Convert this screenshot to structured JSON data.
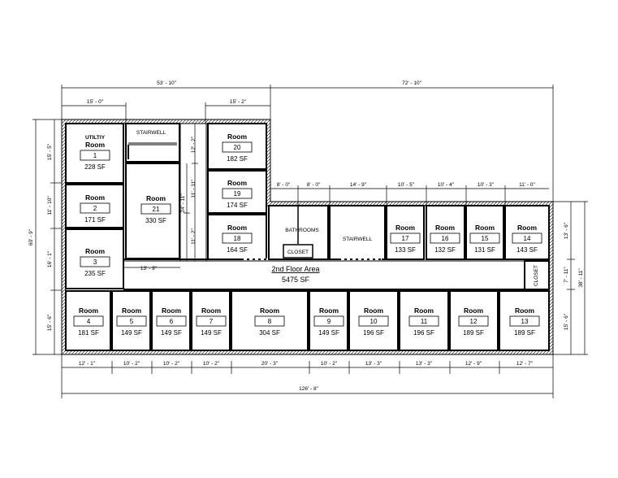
{
  "dimensions": {
    "top_left_total": "53' - 10\"",
    "top_right_total": "72' - 10\"",
    "top_left_sub": "15' - 0\"",
    "top_mid_sub": "15' - 2\"",
    "corridor_widths": [
      "8' - 0\"",
      "8' - 0\"",
      "14' - 9\"",
      "10' - 5\"",
      "10' - 4\"",
      "10' - 3\"",
      "11' - 0\""
    ],
    "bottom_widths": [
      "12' - 1\"",
      "10' - 2\"",
      "10' - 2\"",
      "10' - 2\"",
      "20' - 3\"",
      "10' - 2\"",
      "13' - 3\"",
      "13' - 3\"",
      "12' - 9\"",
      "12' - 7\""
    ],
    "bottom_total": "126' - 8\"",
    "left_total": "60' - 9\"",
    "left_heights": [
      "15' - 5\"",
      "11' - 10\"",
      "16' - 1\"",
      "15' - 6\""
    ],
    "stair_height_a": "12' - 2\"",
    "stair_height_b": "24' - 11\"",
    "col_height_a": "11' - 11\"",
    "col_height_b": "11' - 2\"",
    "hall_width": "13' - 9\"",
    "right_total": "38' - 11\"",
    "right_heights": [
      "13' - 6\"",
      "7' - 11\"",
      "15' - 6\""
    ]
  },
  "labels": {
    "utility": "UTILTIY",
    "stairwell_left": "STAIRWELL",
    "stairwell_right": "STAIRWELL",
    "bathrooms": "BATHROOMS",
    "closet_bath": "CLOSET",
    "closet_right": "CLOSET",
    "floor_area_title": "2nd Floor Area",
    "floor_area_value": "5475 SF"
  },
  "rooms": [
    {
      "title": "Room",
      "number": "1",
      "area": "228 SF"
    },
    {
      "title": "Room",
      "number": "2",
      "area": "171 SF"
    },
    {
      "title": "Room",
      "number": "3",
      "area": "235 SF"
    },
    {
      "title": "Room",
      "number": "21",
      "area": "330 SF"
    },
    {
      "title": "Room",
      "number": "20",
      "area": "182 SF"
    },
    {
      "title": "Room",
      "number": "19",
      "area": "174 SF"
    },
    {
      "title": "Room",
      "number": "18",
      "area": "164 SF"
    },
    {
      "title": "Room",
      "number": "17",
      "area": "133 SF"
    },
    {
      "title": "Room",
      "number": "16",
      "area": "132 SF"
    },
    {
      "title": "Room",
      "number": "15",
      "area": "131 SF"
    },
    {
      "title": "Room",
      "number": "14",
      "area": "143 SF"
    },
    {
      "title": "Room",
      "number": "4",
      "area": "181 SF"
    },
    {
      "title": "Room",
      "number": "5",
      "area": "149 SF"
    },
    {
      "title": "Room",
      "number": "6",
      "area": "149 SF"
    },
    {
      "title": "Room",
      "number": "7",
      "area": "149 SF"
    },
    {
      "title": "Room",
      "number": "8",
      "area": "304 SF"
    },
    {
      "title": "Room",
      "number": "9",
      "area": "149 SF"
    },
    {
      "title": "Room",
      "number": "10",
      "area": "196 SF"
    },
    {
      "title": "Room",
      "number": "11",
      "area": "196 SF"
    },
    {
      "title": "Room",
      "number": "12",
      "area": "189 SF"
    },
    {
      "title": "Room",
      "number": "13",
      "area": "189 SF"
    }
  ]
}
